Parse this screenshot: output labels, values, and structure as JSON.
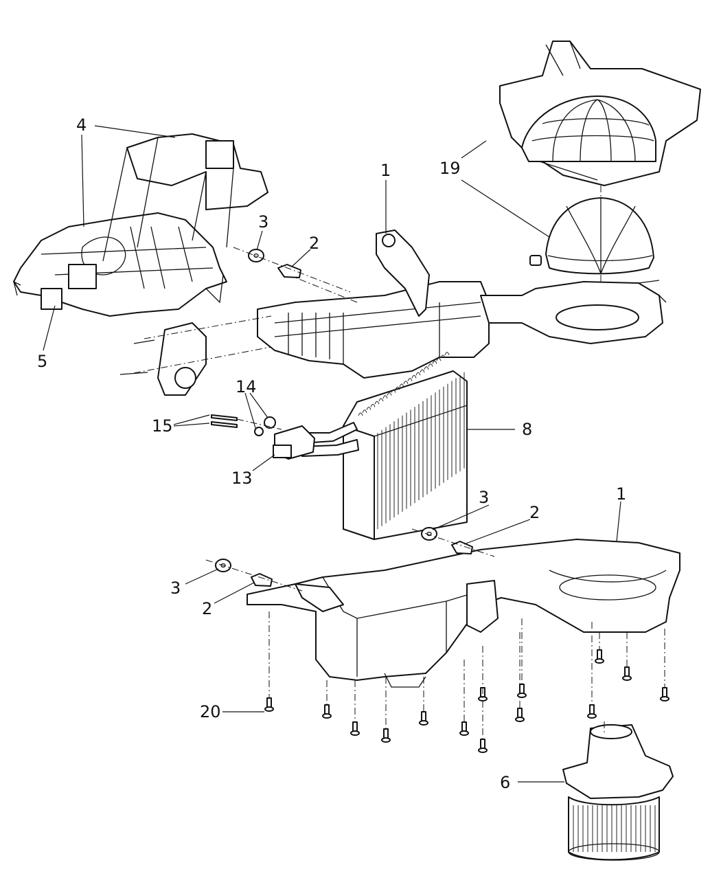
{
  "callouts": {
    "c4": "4",
    "c5": "5",
    "c1_upper": "1",
    "c3_upper": "3",
    "c2_upper": "2",
    "c19": "19",
    "c14": "14",
    "c15": "15",
    "c8": "8",
    "c13": "13",
    "c1_lower": "1",
    "c3_mid": "3",
    "c2_mid": "2",
    "c3_lower": "3",
    "c2_lower": "2",
    "c20": "20",
    "c6": "6"
  }
}
